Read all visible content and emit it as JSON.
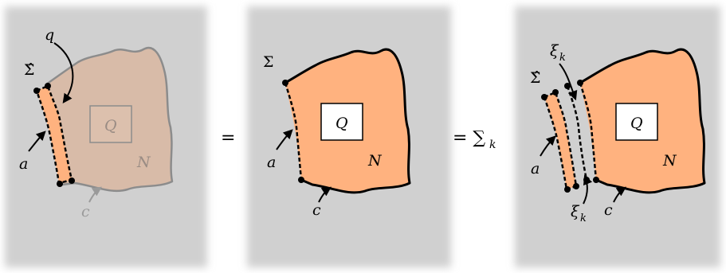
{
  "colors": {
    "panel_bg": "#d0d0d0",
    "region_fill": "#ffb27f",
    "faded_fill": "#d8bba8",
    "stroke": "#000000",
    "faded_stroke": "#8c8c8c"
  },
  "panel1": {
    "label_q": "q",
    "label_sigma_hat": "Σ̂",
    "label_Q": "Q",
    "label_N": "N",
    "label_a": "a",
    "label_c": "c"
  },
  "eq1": "=",
  "panel2": {
    "label_sigma": "Σ",
    "label_Q": "Q",
    "label_N": "N",
    "label_a": "a",
    "label_c": "c"
  },
  "eq2": "= ∑",
  "eq2_sub": "k",
  "panel3": {
    "label_sigma_hat": "Σ̂",
    "label_xi_top": "ξ",
    "label_xi_top_sub": "k",
    "label_xi_bottom": "ξ",
    "label_xi_bottom_sub": "k",
    "label_Q": "Q",
    "label_N": "N",
    "label_a": "a",
    "label_c": "c"
  }
}
